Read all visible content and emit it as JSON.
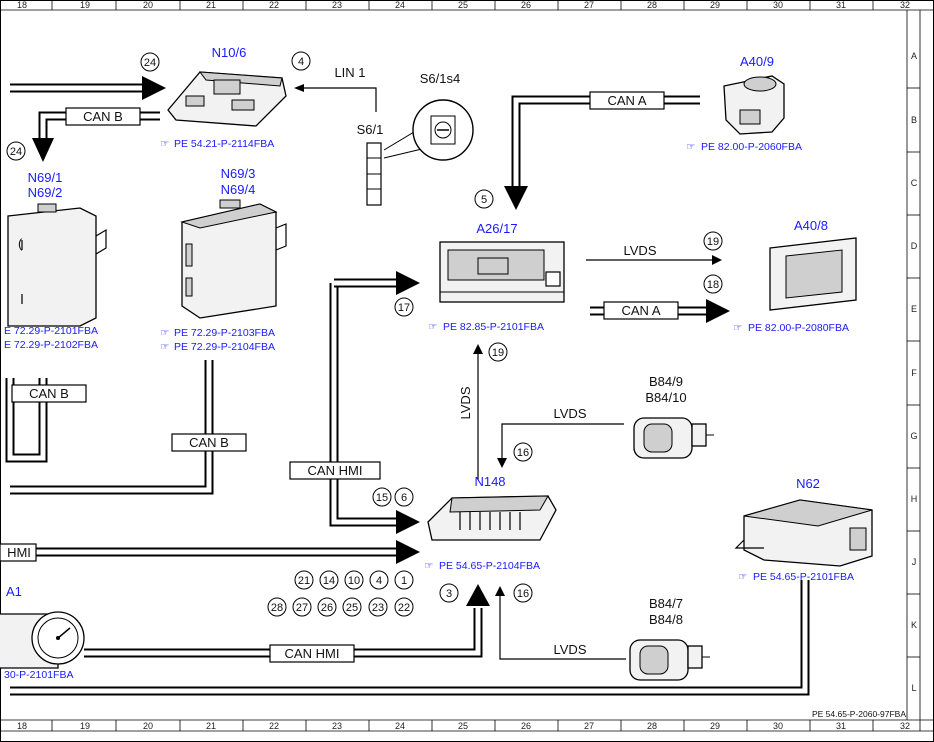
{
  "grid": {
    "columns": [
      "18",
      "19",
      "20",
      "21",
      "22",
      "23",
      "24",
      "25",
      "26",
      "27",
      "28",
      "29",
      "30",
      "31",
      "32"
    ],
    "rows": [
      "A",
      "B",
      "C",
      "D",
      "E",
      "F",
      "G",
      "H",
      "J",
      "K",
      "L"
    ]
  },
  "components": {
    "n10_6": "N10/6",
    "n69_1": "N69/1",
    "n69_2": "N69/2",
    "n69_3": "N69/3",
    "n69_4": "N69/4",
    "s6_1s4": "S6/1s4",
    "s6_1": "S6/1",
    "a40_9": "A40/9",
    "a26_17": "A26/17",
    "a40_8": "A40/8",
    "b84_9": "B84/9",
    "b84_10": "B84/10",
    "n148": "N148",
    "n62": "N62",
    "b84_7": "B84/7",
    "b84_8": "B84/8",
    "a1": "A1"
  },
  "refs": {
    "n10_6": "PE 54.21-P-2114FBA",
    "n69_a": "E 72.29-P-2101FBA",
    "n69_b": "E 72.29-P-2102FBA",
    "n69_c": "PE 72.29-P-2103FBA",
    "n69_d": "PE 72.29-P-2104FBA",
    "a40_9": "PE 82.00-P-2060FBA",
    "a26_17": "PE 82.85-P-2101FBA",
    "a40_8": "PE 82.00-P-2080FBA",
    "n148": "PE 54.65-P-2104FBA",
    "n62": "PE 54.65-P-2101FBA",
    "a1": "30-P-2101FBA"
  },
  "wires": {
    "can_b": "CAN B",
    "can_a": "CAN A",
    "lin_1": "LIN 1",
    "lvds": "LVDS",
    "can_hmi": "CAN HMI",
    "hmi": "HMI"
  },
  "circles": {
    "c24a": "24",
    "c24b": "24",
    "c4": "4",
    "c5": "5",
    "c17": "17",
    "c19a": "19",
    "c18": "18",
    "c19b": "19",
    "c16a": "16",
    "c15": "15",
    "c6": "6",
    "c21": "21",
    "c14": "14",
    "c10": "10",
    "c4b": "4",
    "c1": "1",
    "c28": "28",
    "c27": "27",
    "c26": "26",
    "c25": "25",
    "c23": "23",
    "c22": "22",
    "c3": "3",
    "c16b": "16"
  },
  "footer": "PE 54.65-P-2060-97FBA"
}
